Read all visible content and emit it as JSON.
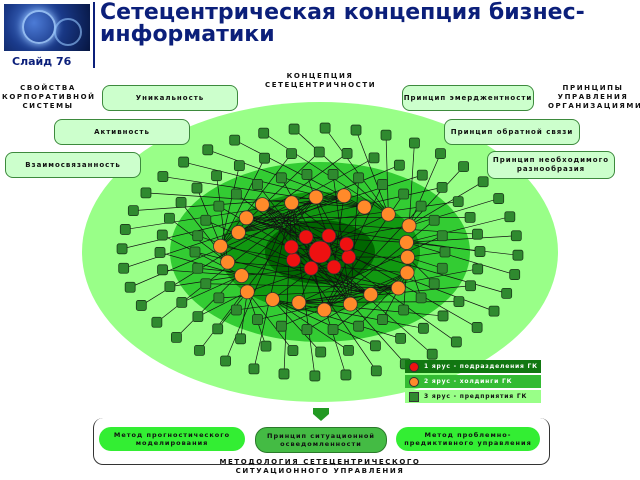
{
  "header": {
    "title": "Сетецентрическая концепция бизнес-информатики",
    "slide_label": "Слайд 76"
  },
  "labels": {
    "corporate": "СВОЙСТВА\nКОРПОРАТИВНОЙ\nСИСТЕМЫ",
    "netcentric": "КОНЦЕПЦИЯ\nСЕТЕЦЕНТРИЧНОСТИ",
    "principles": "ПРИНЦИПЫ\nУПРАВЛЕНИЯ\nОРГАНИЗАЦИЯМИ",
    "methodology": "МЕТОДОЛОГИЯ СЕТЕЦЕНТРИЧЕСКОГО\nСИТУАЦИОННОГО УПРАВЛЕНИЯ"
  },
  "left_pills": [
    "Уникальность",
    "Активность",
    "Взаимосвязанность"
  ],
  "right_pills": [
    "Принцип эмерджентности",
    "Принцип обратной связи",
    "Принцип необходимого разнообразия"
  ],
  "legend": [
    {
      "label": "1 ярус - подразделения ГК",
      "color": "#ee1111"
    },
    {
      "label": "2 ярус - холдинги ГК",
      "color": "#ff8a2a"
    },
    {
      "label": "3 ярус - предприятия ГК",
      "color": "#2f8a2f"
    }
  ],
  "methods": [
    "Метод прогностического моделирования",
    "Принцип ситуационной осведомленности",
    "Метод проблемно-предиктивного управления"
  ],
  "colors": {
    "title": "#0b1f7a",
    "ellipse_outer": "#99ff88",
    "ellipse_mid": "#33cc33",
    "ellipse_inner": "#118811",
    "ellipse_core": "#006600",
    "tier1": "#ee1111",
    "tier2": "#ff8a2a",
    "tier3": "#2f8a2f"
  }
}
